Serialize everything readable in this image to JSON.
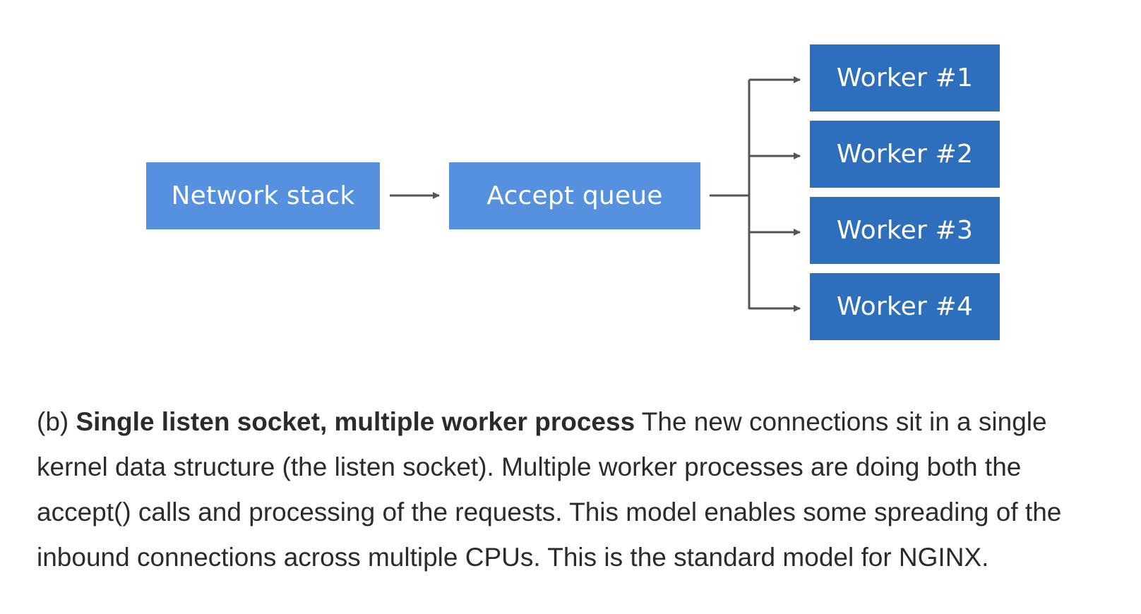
{
  "diagram": {
    "nodes": {
      "network_stack": "Network stack",
      "accept_queue": "Accept queue",
      "workers": [
        "Worker #1",
        "Worker #2",
        "Worker #3",
        "Worker #4"
      ]
    },
    "colors": {
      "source_box": "#5591de",
      "worker_box": "#2d6fbd",
      "connector": "#555555"
    }
  },
  "caption": {
    "prefix": "(b) ",
    "title": "Single listen socket, multiple worker process",
    "body": " The new connections sit in a single kernel data structure (the listen socket). Multiple worker processes are doing both the accept() calls and processing of the requests. This model enables some spreading of the inbound connections across multiple CPUs. This is the standard model for NGINX."
  }
}
